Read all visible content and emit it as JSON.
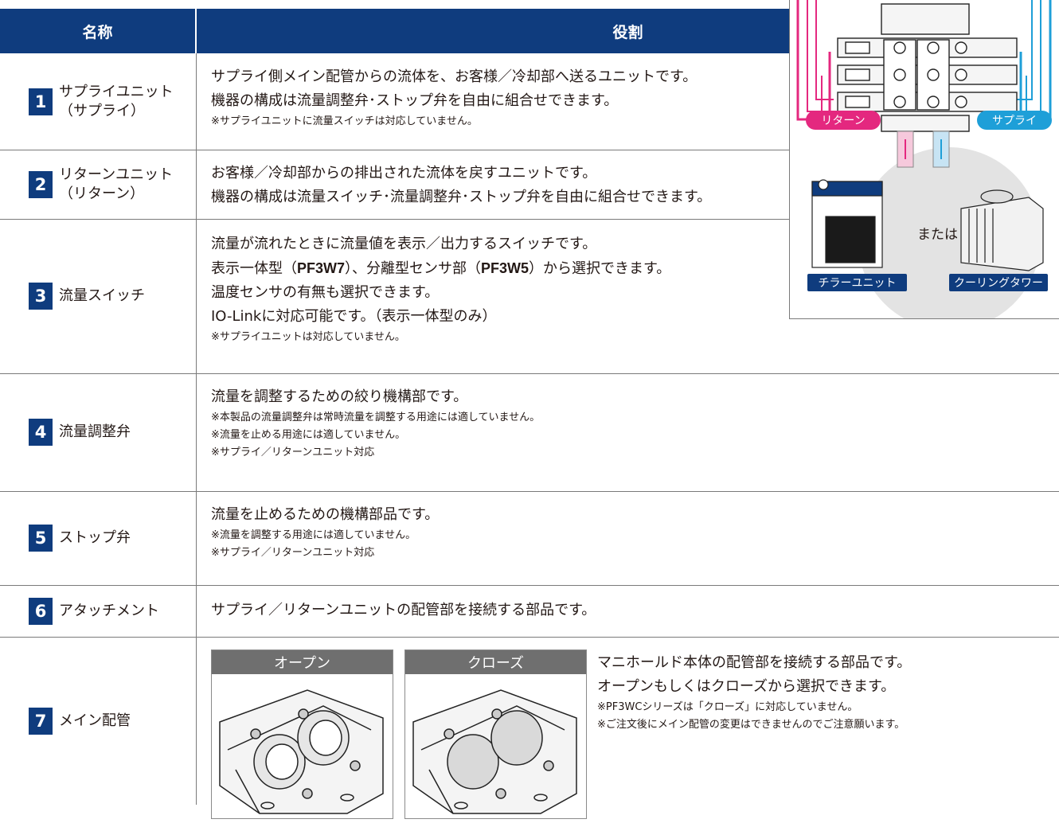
{
  "header": {
    "name": "名称",
    "role": "役割"
  },
  "rows": [
    {
      "num": "1",
      "name": [
        "サプライユニット",
        "（サプライ）"
      ],
      "role": [
        "サプライ側メイン配管からの流体を、お客様／冷却部へ送るユニットです。",
        "機器の構成は流量調整弁･ストップ弁を自由に組合せできます。"
      ],
      "notes": [
        "※サプライユニットに流量スイッチは対応していません。"
      ]
    },
    {
      "num": "2",
      "name": [
        "リターンユニット",
        "（リターン）"
      ],
      "role": [
        "お客様／冷却部からの排出された流体を戻すユニットです。",
        "機器の構成は流量スイッチ･流量調整弁･ストップ弁を自由に組合せできます。"
      ],
      "notes": []
    },
    {
      "num": "3",
      "name": [
        "流量スイッチ"
      ],
      "role_l1": "流量が流れたときに流量値を表示／出力するスイッチです。",
      "role_l2": {
        "a": "表示一体型（",
        "b": "PF3W7",
        "c": "）、分離型センサ部（",
        "d": "PF3W5",
        "e": "）から選択できます。"
      },
      "role_l3": "温度センサの有無も選択できます。",
      "role_l4": "IO-Linkに対応可能です。（表示一体型のみ）",
      "notes": [
        "※サプライユニットは対応していません。"
      ]
    },
    {
      "num": "4",
      "name": [
        "流量調整弁"
      ],
      "role": [
        "流量を調整するための絞り機構部です。"
      ],
      "notes": [
        "※本製品の流量調整弁は常時流量を調整する用途には適していません。",
        "※流量を止める用途には適していません。",
        "※サプライ／リターンユニット対応"
      ]
    },
    {
      "num": "5",
      "name": [
        "ストップ弁"
      ],
      "role": [
        "流量を止めるための機構部品です。"
      ],
      "notes": [
        "※流量を調整する用途には適していません。",
        "※サプライ／リターンユニット対応"
      ]
    },
    {
      "num": "6",
      "name": [
        "アタッチメント"
      ],
      "role": [
        "サプライ／リターンユニットの配管部を接続する部品です。"
      ],
      "notes": []
    },
    {
      "num": "7",
      "name": [
        "メイン配管"
      ],
      "role": [
        "マニホールド本体の配管部を接続する部品です。",
        "オープンもしくはクローズから選択できます。"
      ],
      "notes": [
        "※PF3WCシリーズは「クローズ」に対応していません。",
        "※ご注文後にメイン配管の変更はできませんのでご注意願います。"
      ]
    }
  ],
  "photos": {
    "open": "オープン",
    "close": "クローズ"
  },
  "diagram": {
    "return_label": "リターン",
    "supply_label": "サプライ",
    "or_text": "または",
    "chiller_label": "チラーユニット",
    "tower_label": "クーリングタワー"
  },
  "colors": {
    "navy": "#0f3c7e",
    "return": "#e4287f",
    "supply": "#1e9fd8",
    "gray": "#6f6f6f"
  }
}
